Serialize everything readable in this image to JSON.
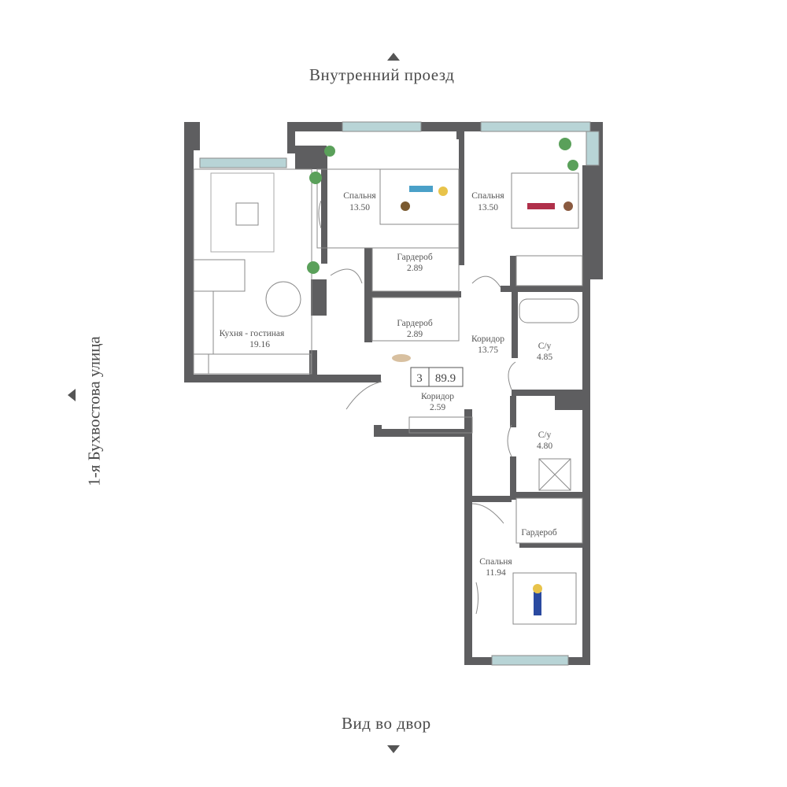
{
  "orientation": {
    "top": "Внутренний проезд",
    "bottom": "Вид во двор",
    "left": "1-я Бухвостова улица"
  },
  "badge": {
    "rooms": "3",
    "area": "89.9"
  },
  "rooms": {
    "kitchen": {
      "name": "Кухня - гостиная",
      "area": "19.16"
    },
    "bedroom1": {
      "name": "Спальня",
      "area": "13.50"
    },
    "bedroom2": {
      "name": "Спальня",
      "area": "13.50"
    },
    "bedroom3": {
      "name": "Спальня",
      "area": "11.94"
    },
    "wardrobe1": {
      "name": "Гардероб",
      "area": "2.89"
    },
    "wardrobe2": {
      "name": "Гардероб",
      "area": "2.89"
    },
    "wardrobe3": {
      "name": "Гардероб"
    },
    "corridor1": {
      "name": "Коридор",
      "area": "13.75"
    },
    "corridor2": {
      "name": "Коридор",
      "area": "2.59"
    },
    "bath1": {
      "name": "С/у",
      "area": "4.85"
    },
    "bath2": {
      "name": "С/у",
      "area": "4.80"
    }
  },
  "colors": {
    "wall": "#5e5e60",
    "window": "#b8d4d6",
    "accent_plant": "#5aa05a",
    "line": "#8a8a8a"
  }
}
